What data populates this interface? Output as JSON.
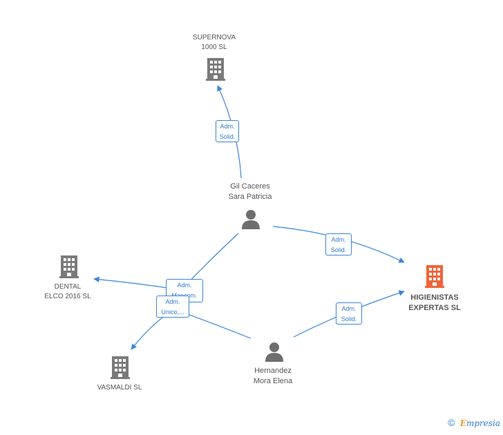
{
  "nodes": {
    "supernova": {
      "line1": "SUPERNOVA",
      "line2": "1000  SL",
      "type": "company"
    },
    "dental": {
      "line1": "DENTAL",
      "line2": "ELCO 2016  SL",
      "type": "company"
    },
    "vasmaldi": {
      "line1": "VASMALDI  SL",
      "type": "company"
    },
    "higienistas": {
      "line1": "HIGIENISTAS",
      "line2": "EXPERTAS  SL",
      "type": "company",
      "highlight": true
    },
    "gil": {
      "line1": "Gil Caceres",
      "line2": "Sara Patricia",
      "type": "person"
    },
    "hernandez": {
      "line1": "Hernandez",
      "line2": "Mora Elena",
      "type": "person"
    }
  },
  "edges": {
    "gil_supernova": {
      "line1": "Adm.",
      "line2": "Solid."
    },
    "gil_higienistas": {
      "line1": "Adm.",
      "line2": "Solid."
    },
    "gil_dental": {
      "line1": "Adm.",
      "line2": "Mancom."
    },
    "hernandez_vasmaldi": {
      "line1": "Adm.",
      "line2": "Unico,..."
    },
    "hernandez_higienistas": {
      "line1": "Adm.",
      "line2": "Solid."
    }
  },
  "colors": {
    "company_icon": "#7a7a7a",
    "focus_icon": "#f0643a",
    "person_icon": "#6e6e6e",
    "edge": "#3a86d6"
  },
  "footer": {
    "copyright": "©",
    "brand_first": "E",
    "brand_rest": "mpresia"
  }
}
